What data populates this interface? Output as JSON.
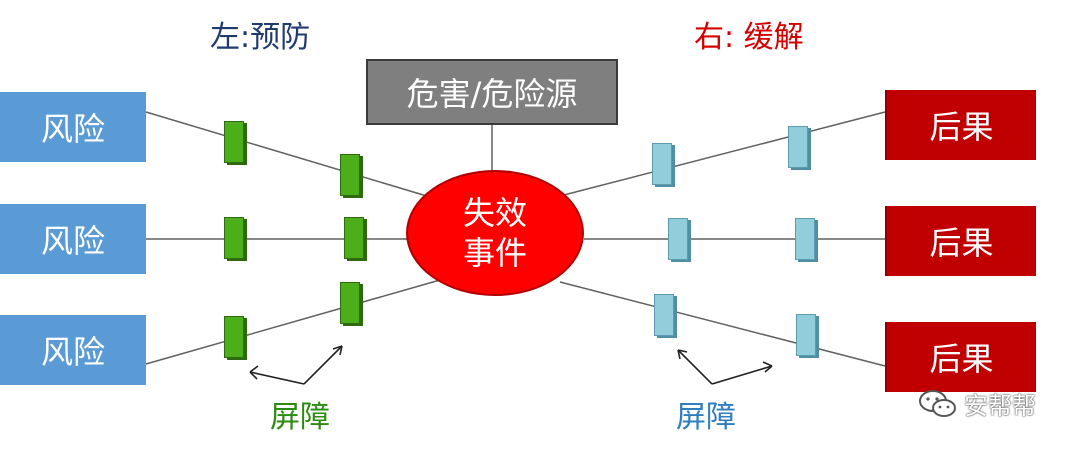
{
  "headings": {
    "left": "左:预防",
    "right": "右: 缓解"
  },
  "hazard": "危害/危险源",
  "event": {
    "line1": "失效",
    "line2": "事件"
  },
  "risks": [
    "风险",
    "风险",
    "风险"
  ],
  "consequences": [
    "后果",
    "后果",
    "后果"
  ],
  "barrier_labels": {
    "left": "屏障",
    "right": "屏障"
  },
  "watermark": "安帮帮",
  "colors": {
    "left_heading": "#1f3a6e",
    "right_heading": "#d40000",
    "risk_box": "#5b9bd5",
    "consequence_box": "#c00000",
    "event": "#ff0000",
    "hazard": "#7f7f7f",
    "prevention_barrier": "#4caf1a",
    "mitigation_barrier": "#92cddc",
    "left_barrier_label": "#2e8b12",
    "right_barrier_label": "#2f7fc0"
  },
  "icons": [
    "arrow-icon",
    "wechat-icon"
  ]
}
